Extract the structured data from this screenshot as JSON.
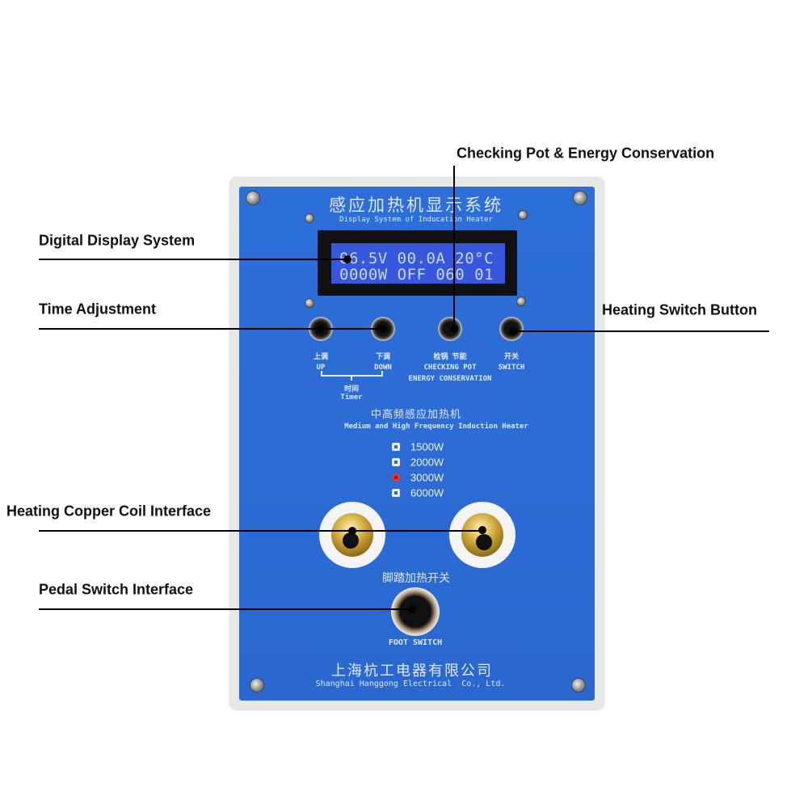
{
  "device": {
    "title_cn": "感应加热机显示系统",
    "title_en": "Display System of Inducation Heater",
    "lcd": {
      "line1": "06.5V 00.0A 20°C",
      "line2": "0000W OFF 060 01"
    },
    "buttons": [
      {
        "cn": "上调",
        "en": "UP"
      },
      {
        "cn": "下调",
        "en": "DOWN"
      },
      {
        "cn": "检锅  节能",
        "en": "CHECKING POT"
      },
      {
        "cn": "开关",
        "en": "SWITCH"
      }
    ],
    "energy_label": "ENERGY CONSERVATION",
    "timer_cn": "时间",
    "timer_en": "Timer",
    "subtitle_cn": "中高频感应加热机",
    "subtitle_en": "Medium and High Frequency Induction Heater",
    "power_options": [
      {
        "label": "1500W",
        "selected": false
      },
      {
        "label": "2000W",
        "selected": false
      },
      {
        "label": "3000W",
        "selected": true
      },
      {
        "label": "6000W",
        "selected": false
      }
    ],
    "foot_cn": "脚踏加热开关",
    "foot_en": "FOOT SWITCH",
    "company_cn": "上海杭工电器有限公司",
    "company_en": "Shanghai Hanggong Electrical  Co., Ltd."
  },
  "annotations": {
    "display": "Digital Display System",
    "time": "Time Adjustment",
    "checking": "Checking Pot & Energy Conservation",
    "switch": "Heating Switch Button",
    "coil": "Heating Copper Coil Interface",
    "pedal": "Pedal Switch Interface"
  }
}
